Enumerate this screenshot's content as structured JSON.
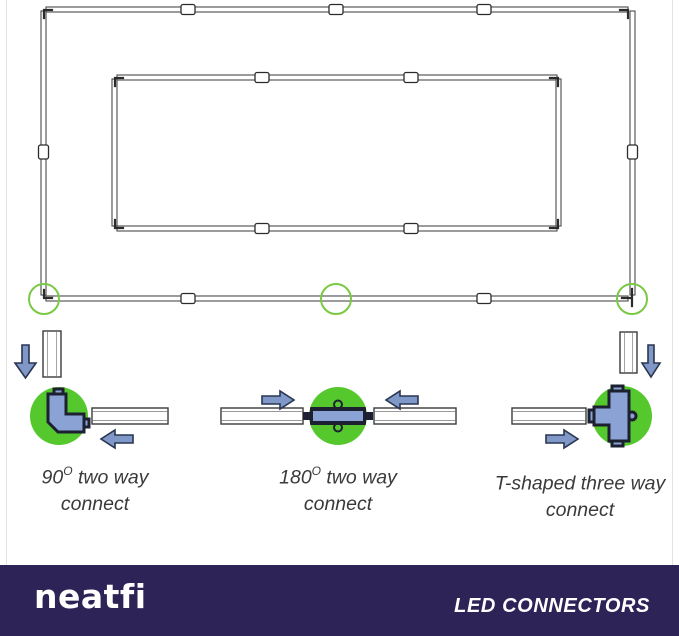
{
  "colors": {
    "accent_green": "#55c82e",
    "outline_green": "#7ac943",
    "connector_blue": "#8ba3d4",
    "connector_outline": "#1c2030",
    "arrow_blue": "#7f98c7",
    "arrow_outline": "#2a3550",
    "caption_text": "#3a3a3a",
    "footer_bg": "#2d2356",
    "footer_text": "#ffffff"
  },
  "diagram": {
    "shape": "rectangular LED frame assembly with inner rectangle",
    "highlighted_joints": [
      "bottom-left corner",
      "bottom-middle",
      "bottom-right corner"
    ]
  },
  "captions": [
    {
      "id": "90-two-way",
      "pre": "90",
      "sup": "O",
      "post": " two way",
      "line2": "connect"
    },
    {
      "id": "180-two-way",
      "pre": "180",
      "sup": "O",
      "post": " two way",
      "line2": "connect"
    },
    {
      "id": "t-three-way",
      "pre": "T-shaped three way",
      "sup": "",
      "post": "",
      "line2": "connect"
    }
  ],
  "icons": [
    "arrow-down-icon",
    "arrow-left-icon",
    "arrow-right-icon",
    "arrow-down-icon",
    "corner-connector-icon",
    "straight-connector-icon",
    "t-connector-icon"
  ],
  "footer": {
    "brand": "neatfi",
    "title": "LED CONNECTORS"
  }
}
